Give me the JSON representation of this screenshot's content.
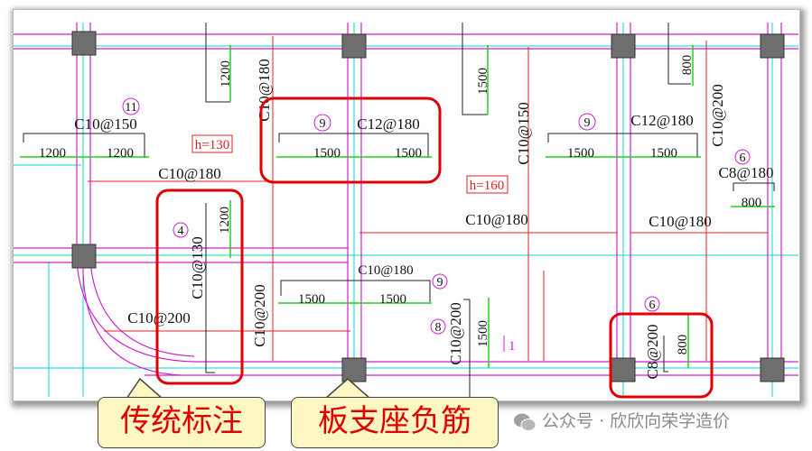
{
  "drawing": {
    "labels": {
      "c10_150_top": "C10@150",
      "mark_11": "11",
      "dim_1200_a": "1200",
      "dim_1200_b": "1200",
      "h130": "h=130",
      "c10_180_a": "C10@180",
      "dim_1200_v1": "1200",
      "c10_180_v": "C10@180",
      "mark_9a": "9",
      "c12_180_a": "C12@180",
      "dim_1500_a": "1500",
      "dim_1500_b": "1500",
      "dim_1500_v1": "1500",
      "h160": "h=160",
      "c10_150_v": "C10@150",
      "mark_9b": "9",
      "c12_180_b": "C12@180",
      "dim_1500_c": "1500",
      "dim_1500_d": "1500",
      "dim_800_v1": "800",
      "c10_200_v1": "C10@200",
      "mark_6a": "6",
      "c8_180": "C8@180",
      "dim_800_h": "800",
      "c10_180_b": "C10@180",
      "c10_180_c": "C10@180",
      "mark_4": "4",
      "c10_130_v": "C10@130",
      "dim_1200_v2": "1200",
      "c10_180_d": "C10@180",
      "mark_9c": "9",
      "dim_1500_e": "1500",
      "dim_1500_f": "1500",
      "c10_200_v2": "C10@200",
      "c10_200_h": "C10@200",
      "mark_8": "8",
      "c10_200_v3": "C10@200",
      "dim_1500_v2": "1500",
      "section_1": "1",
      "mark_6b": "6",
      "c8_200_v": "C8@200",
      "dim_800_v2": "800"
    },
    "colors": {
      "axis": "#00d8d8",
      "beam": "#d020d0",
      "rebar": "#e02020",
      "dim": "#20d020",
      "highlight": "#e00000",
      "column": "#6e6e6e"
    }
  },
  "callouts": {
    "traditional": "传统标注",
    "support_rebar": "板支座负筋"
  },
  "watermark": {
    "text": "公众号 · 欣欣向荣学造价",
    "icon": "wechat-icon"
  }
}
